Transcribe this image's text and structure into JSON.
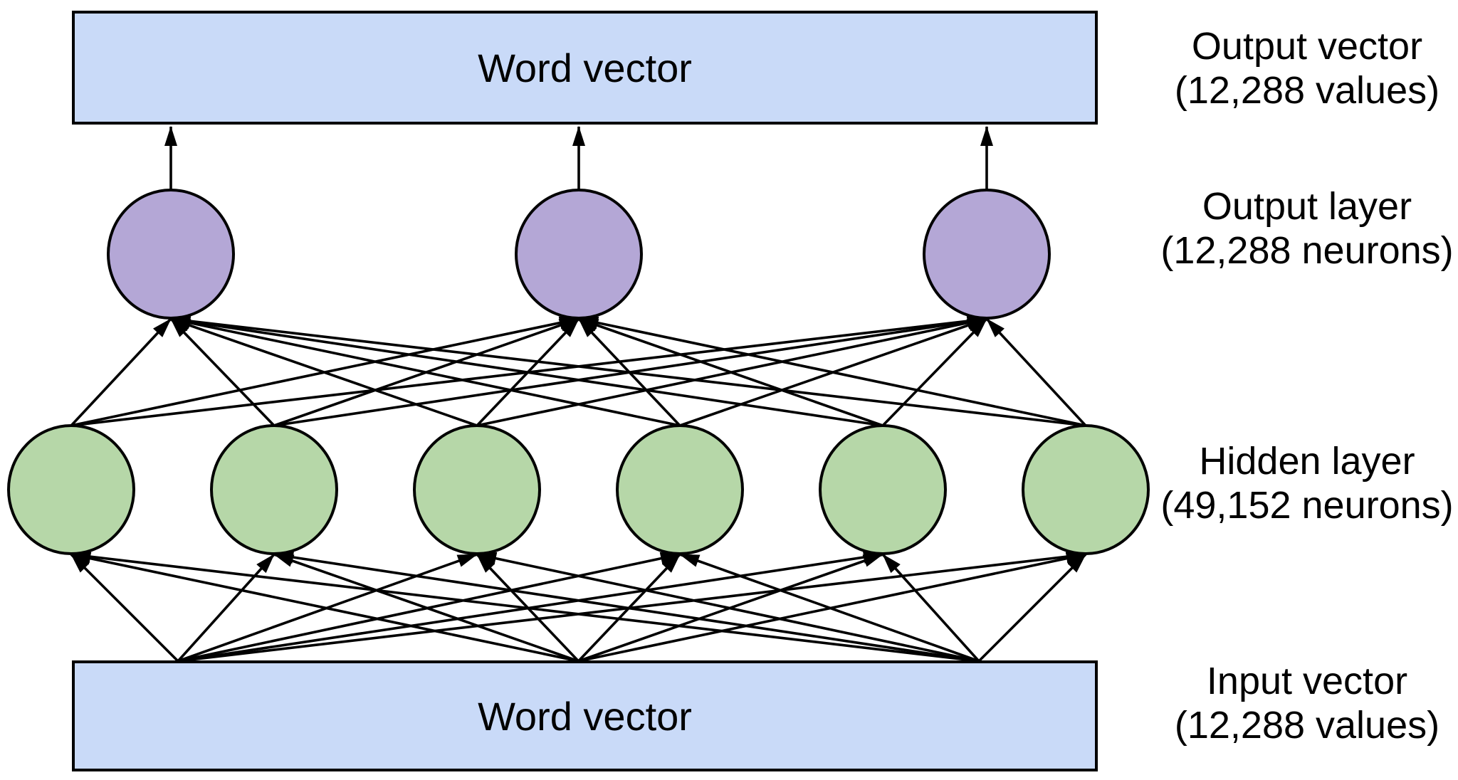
{
  "diagram": {
    "type": "neural-network",
    "description": "Word-vector network: input word vector feeds a hidden layer which feeds an output layer producing an output word vector; arrows flow bottom-to-top",
    "flow_direction": "bottom-to-top",
    "colors": {
      "vector_box_fill": "#c9daf8",
      "hidden_neuron_fill": "#b6d7a8",
      "output_neuron_fill": "#b4a7d6",
      "stroke": "#000000",
      "text": "#000000",
      "background": "#ffffff"
    },
    "boxes": {
      "output": {
        "label": "Word vector"
      },
      "input": {
        "label": "Word vector"
      }
    },
    "layers": {
      "output": {
        "nodes_drawn": 3,
        "neurons": "12,288"
      },
      "hidden": {
        "nodes_drawn": 6,
        "neurons": "49,152"
      },
      "input_taps": 3
    },
    "side_labels": {
      "output_vector": {
        "line1": "Output vector",
        "line2": "(12,288 values)"
      },
      "output_layer": {
        "line1": "Output layer",
        "line2": "(12,288 neurons)"
      },
      "hidden_layer": {
        "line1": "Hidden layer",
        "line2": "(49,152 neurons)"
      },
      "input_vector": {
        "line1": "Input vector",
        "line2": "(12,288 values)"
      }
    }
  }
}
